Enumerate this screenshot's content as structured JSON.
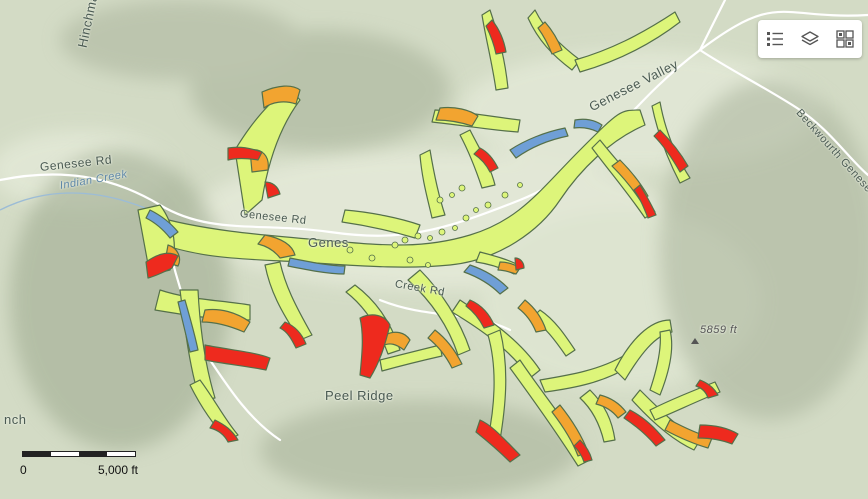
{
  "map": {
    "labels": {
      "hinchman": "Hinchman Ra",
      "genesee_rd_w": "Genesee Rd",
      "indian_creek": "Indian Creek",
      "genesee_rd_c": "Genesee Rd",
      "genesee_c": "Genes",
      "creek_rd": "Creek Rd",
      "genesee_valley": "Genesee Valley",
      "beckwourth": "Beckwourth Genesee",
      "peel_ridge": "Peel Ridge",
      "ranch": "nch",
      "peak": "5859 ft"
    },
    "scale": {
      "zero": "0",
      "distance": "5,000 ft"
    },
    "toolbar": {
      "legend": "legend-list-icon",
      "layers": "layers-icon",
      "basemap": "basemap-gallery-icon"
    },
    "colors": {
      "low": "#ddf57a",
      "moderate": "#f2a430",
      "high": "#ee2a1e",
      "water": "#6f9fd6",
      "outline": "#5a7150"
    }
  }
}
